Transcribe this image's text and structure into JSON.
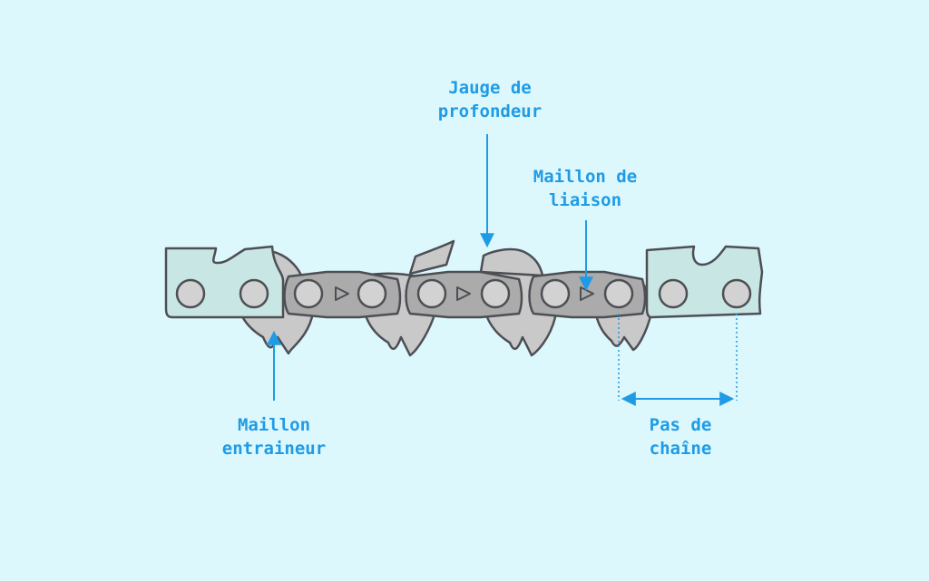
{
  "labels": {
    "depth_gauge": {
      "line1": "Jauge de",
      "line2": "profondeur"
    },
    "link": {
      "line1": "Maillon de",
      "line2": "liaison"
    },
    "drive_link": {
      "line1": "Maillon",
      "line2": "entraineur"
    },
    "pitch": {
      "line1": "Pas de",
      "line2": "chaîne"
    }
  },
  "colors": {
    "background": "#dcf8fd",
    "accent": "#1f9be6",
    "outline": "#4d4f55",
    "cutter_fill": "#c8e6e3",
    "drive_link_fill": "#c9c9c9",
    "tie_strap_fill": "#ababab",
    "rivet_fill": "#d2d2d2"
  }
}
